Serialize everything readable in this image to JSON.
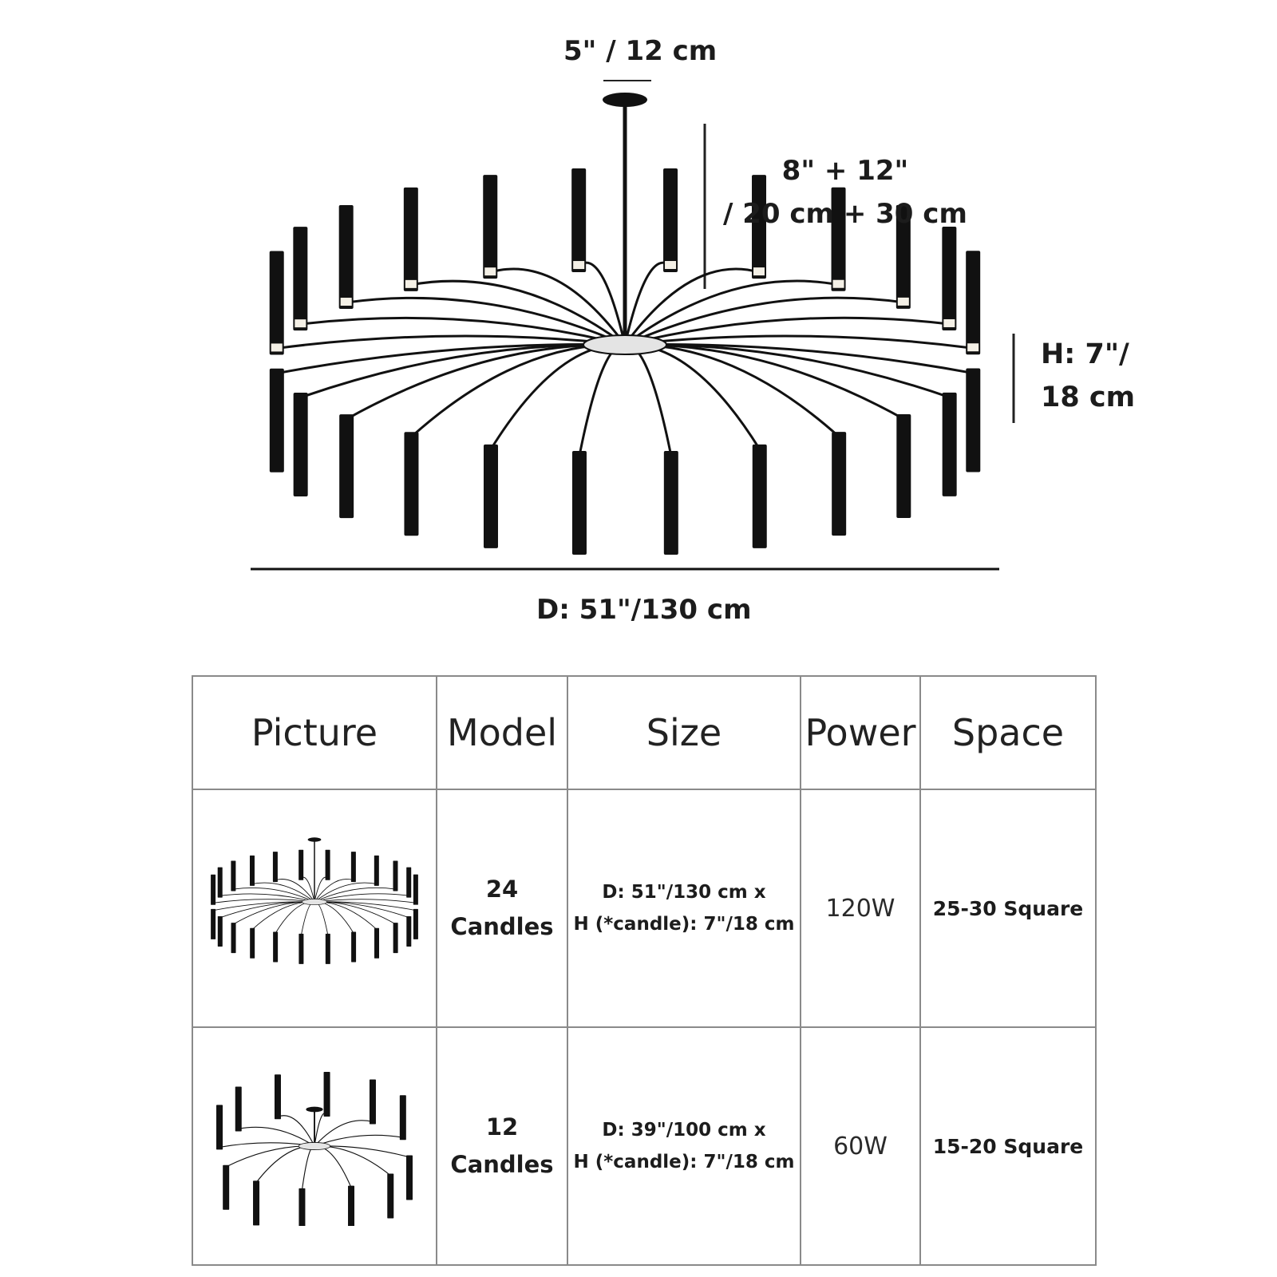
{
  "dimensions": {
    "canopy": "5\" / 12 cm",
    "drop_line1": "8\" + 12\"",
    "drop_line2": "/ 20 cm + 30 cm",
    "height_line1": "H: 7\"/",
    "height_line2": "18 cm",
    "diameter": "D: 51\"/130 cm"
  },
  "table": {
    "headers": [
      "Picture",
      "Model",
      "Size",
      "Power",
      "Space"
    ],
    "rows": [
      {
        "picture": "chandelier-24-candles",
        "model_line1": "24",
        "model_line2": "Candles",
        "size_line1": "D: 51\"/130 cm x",
        "size_line2": "H (*candle): 7\"/18 cm",
        "power": "120W",
        "space": "25-30 Square"
      },
      {
        "picture": "chandelier-12-candles",
        "model_line1": "12",
        "model_line2": "Candles",
        "size_line1": "D: 39\"/100 cm x",
        "size_line2": "H (*candle): 7\"/18 cm",
        "power": "60W",
        "space": "15-20 Square"
      }
    ]
  },
  "colors": {
    "fixture": "#111111",
    "border": "#8a8a8a",
    "text": "#1c1c1c"
  }
}
